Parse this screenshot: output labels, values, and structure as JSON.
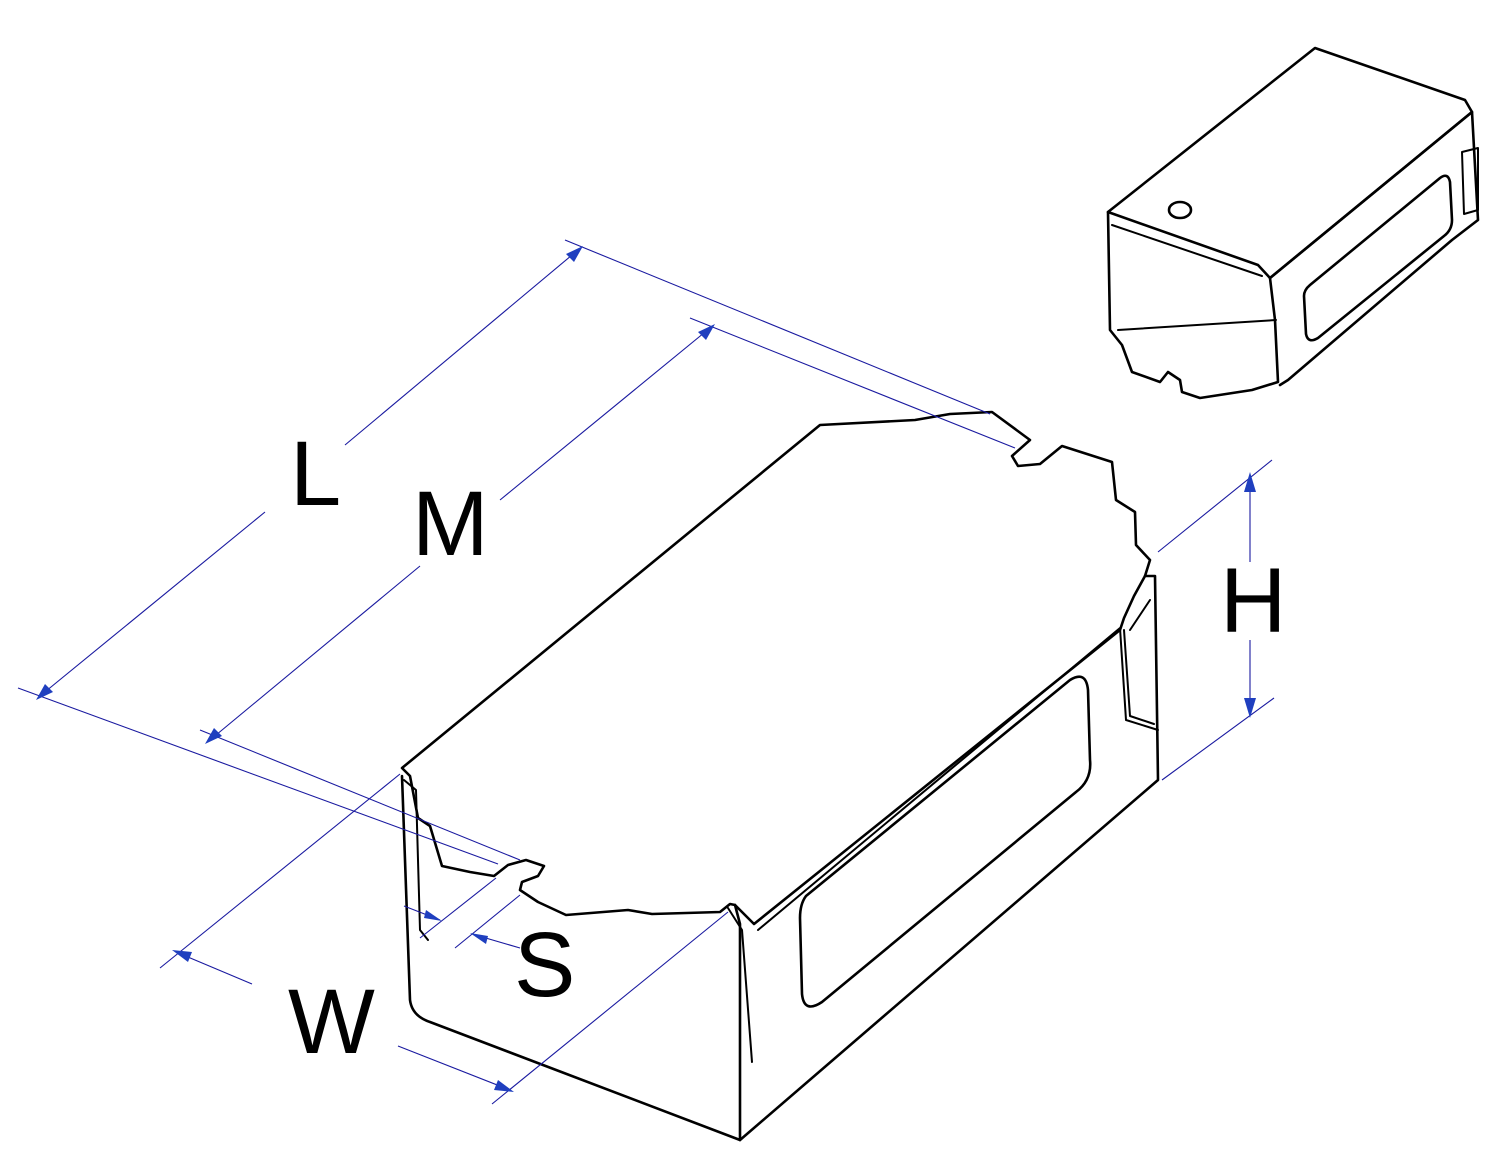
{
  "dimension_labels": {
    "length": "L",
    "mounting": "M",
    "height": "H",
    "width": "W",
    "slot": "S"
  },
  "colors": {
    "outline": "#000000",
    "dimension_line": "#1a1aa0",
    "arrow": "#1f3fbf"
  }
}
